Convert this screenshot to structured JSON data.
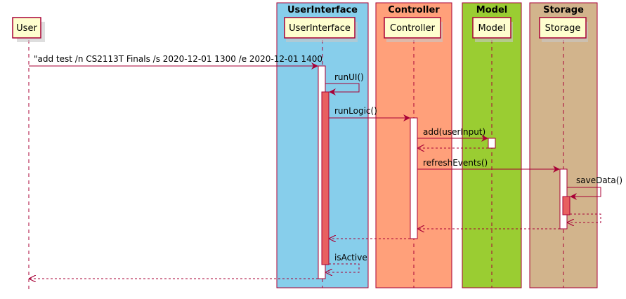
{
  "diagram": {
    "boxes": [
      {
        "id": "ui",
        "title": "UserInterface",
        "color": "#87ceeb"
      },
      {
        "id": "ctrl",
        "title": "Controller",
        "color": "#ffa07a"
      },
      {
        "id": "model",
        "title": "Model",
        "color": "#9acd32"
      },
      {
        "id": "storage",
        "title": "Storage",
        "color": "#d2b48c"
      }
    ],
    "participants": [
      {
        "id": "user",
        "label": "User"
      },
      {
        "id": "ui",
        "label": "UserInterface"
      },
      {
        "id": "ctrl",
        "label": "Controller"
      },
      {
        "id": "model",
        "label": "Model"
      },
      {
        "id": "storage",
        "label": "Storage"
      }
    ],
    "messages": [
      {
        "id": "m1",
        "label": "\"add test /n CS2113T Finals /s 2020-12-01 1300 /e 2020-12-01 1400",
        "from": "user",
        "to": "ui",
        "style": "solid"
      },
      {
        "id": "m2",
        "label": "runUI()",
        "from": "ui",
        "to": "ui",
        "style": "solid"
      },
      {
        "id": "m3",
        "label": "runLogic()",
        "from": "ui",
        "to": "ctrl",
        "style": "solid"
      },
      {
        "id": "m4",
        "label": "add(userInput)",
        "from": "ctrl",
        "to": "model",
        "style": "solid"
      },
      {
        "id": "m5",
        "label": "",
        "from": "model",
        "to": "ctrl",
        "style": "dashed"
      },
      {
        "id": "m6",
        "label": "refreshEvents()",
        "from": "ctrl",
        "to": "storage",
        "style": "solid"
      },
      {
        "id": "m7",
        "label": "saveData()",
        "from": "storage",
        "to": "storage",
        "style": "solid"
      },
      {
        "id": "m8",
        "label": "",
        "from": "storage",
        "to": "storage",
        "style": "dashed"
      },
      {
        "id": "m9",
        "label": "",
        "from": "storage",
        "to": "ctrl",
        "style": "dashed"
      },
      {
        "id": "m10",
        "label": "",
        "from": "ctrl",
        "to": "ui",
        "style": "dashed"
      },
      {
        "id": "m11",
        "label": "isActive",
        "from": "ui",
        "to": "ui",
        "style": "dashed"
      },
      {
        "id": "m12",
        "label": "",
        "from": "ui",
        "to": "user",
        "style": "dashed"
      }
    ],
    "colors": {
      "arrow": "#a80036",
      "participant_fill": "#fefece",
      "participant_border": "#a80036",
      "activation_white": "#ffffff",
      "activation_red": "#e86060",
      "lifeline": "#a80036"
    }
  }
}
